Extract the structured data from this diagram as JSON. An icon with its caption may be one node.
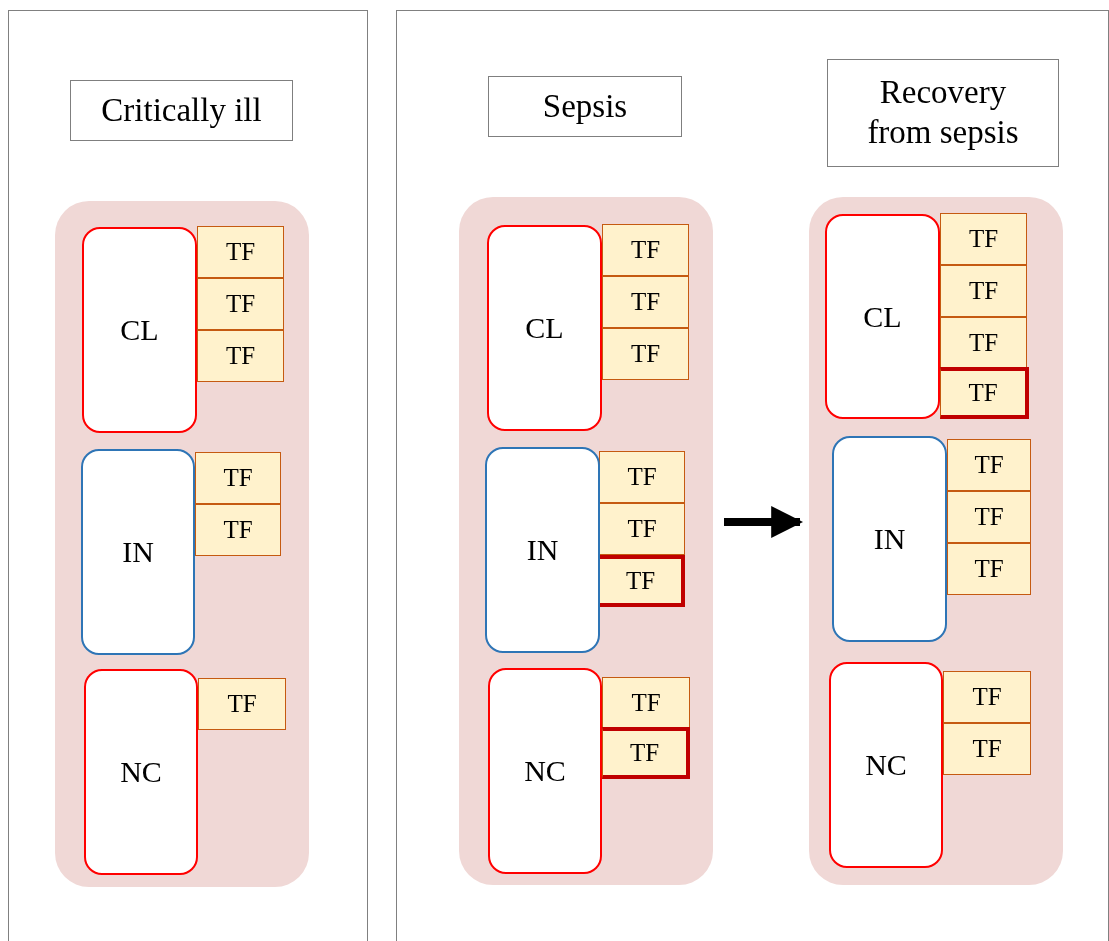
{
  "diagram": {
    "nodes": [
      {
        "text": [],
        "shape": "box"
      },
      {
        "text": [
          "Critically ill"
        ],
        "in": 0
      },
      {
        "text": [],
        "shape": "box",
        "in": 0
      },
      {
        "text": [
          "CL"
        ],
        "in": 2
      },
      {
        "text": [
          "TF"
        ],
        "in": 2
      },
      {
        "text": [
          "TF"
        ],
        "in": 2
      },
      {
        "text": [
          "TF"
        ],
        "in": 2
      },
      {
        "text": [
          "IN"
        ],
        "in": 2
      },
      {
        "text": [
          "TF"
        ],
        "in": 2
      },
      {
        "text": [
          "TF"
        ],
        "in": 2
      },
      {
        "text": [
          "NC"
        ],
        "in": 2
      },
      {
        "text": [
          "TF"
        ],
        "in": 2
      },
      {
        "text": [],
        "shape": "box"
      },
      {
        "text": [
          "Sepsis"
        ],
        "in": 12
      },
      {
        "text": [
          "Recovery from sepsis"
        ],
        "in": 12
      },
      {
        "text": [],
        "shape": "box",
        "in": 12
      },
      {
        "text": [
          "CL"
        ],
        "in": 15
      },
      {
        "text": [
          "TF"
        ],
        "in": 15
      },
      {
        "text": [
          "TF"
        ],
        "in": 15
      },
      {
        "text": [
          "TF"
        ],
        "in": 15
      },
      {
        "text": [
          "IN"
        ],
        "in": 15
      },
      {
        "text": [
          "TF"
        ],
        "in": 15
      },
      {
        "text": [
          "TF"
        ],
        "in": 15
      },
      {
        "text": [
          "TF"
        ],
        "in": 15
      },
      {
        "text": [
          "NC"
        ],
        "in": 15
      },
      {
        "text": [
          "TF"
        ],
        "in": 15
      },
      {
        "text": [
          "TF"
        ],
        "in": 15
      },
      {
        "text": [],
        "shape": "box",
        "in": 12
      },
      {
        "text": [
          "CL"
        ],
        "in": 27
      },
      {
        "text": [
          "TF"
        ],
        "in": 27
      },
      {
        "text": [
          "TF"
        ],
        "in": 27
      },
      {
        "text": [
          "TF"
        ],
        "in": 27
      },
      {
        "text": [
          "TF"
        ],
        "in": 27
      },
      {
        "text": [
          "IN"
        ],
        "in": 27
      },
      {
        "text": [
          "TF"
        ],
        "in": 27
      },
      {
        "text": [
          "TF"
        ],
        "in": 27
      },
      {
        "text": [
          "TF"
        ],
        "in": 27
      },
      {
        "text": [
          "NC"
        ],
        "in": 27
      },
      {
        "text": [
          "TF"
        ],
        "in": 27
      },
      {
        "text": [
          "TF"
        ],
        "in": 27
      }
    ],
    "edges": [
      {
        "from": 15,
        "to": 27,
        "arrow": "to"
      }
    ]
  }
}
